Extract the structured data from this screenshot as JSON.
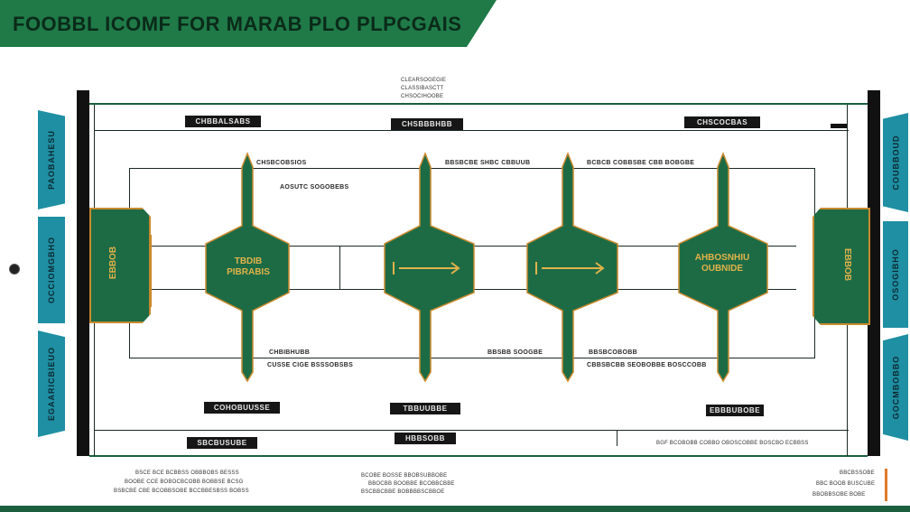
{
  "banner": {
    "title": "FOOBBL ICOMF FOR MARAB PLO PLPCGAIS"
  },
  "header_notes": [
    "CLEARSOGEGIE",
    "CLASSIBASCTT",
    "CHSOCIHOOBE"
  ],
  "top_labels": {
    "left": "CHBBALSABS",
    "center": "CHSBBBHBB",
    "right": "CHSCOCBAS"
  },
  "side_tabs": {
    "left_top": "PAOBAHESU",
    "left_mid": "OCCIOMGBHO",
    "left_bot": "EGAARICBIEUO",
    "right_top": "COUBBOUD",
    "right_mid": "OSOGIBHO",
    "right_bot": "GOCMBOBBO"
  },
  "inner_labels": {
    "a": "CHSBCOBSIOS",
    "b": "AOSUTC SOGOBEBS",
    "c": "BBSBCBE SHBC CBBUUB",
    "d": "BCBCB COBBSBE CBB BOBGBE"
  },
  "blocks": {
    "b1": {
      "line1": "TBDIB",
      "line2": "PIBRABIS"
    },
    "b4": {
      "line1": "AHBOSNHIU",
      "line2": "OUBNIDE"
    },
    "left_goal": "EBBOB",
    "right_goal": "EBBOB"
  },
  "lower_labels": {
    "a": "CHBIBHUBB",
    "b": "CUSSE CIGE BSSSOBSBS",
    "c": "BBSBB SOOGBE",
    "d": "BBSBCOBOBB",
    "e": "CBBSBCBB SEOBOBBE BOSCCOBB"
  },
  "bottom_labels": {
    "left": "COHOBUUSSE",
    "center": "TBBUUBBE",
    "right": "EBBBUBOBE"
  },
  "base_labels": {
    "left": "SBCBUSUBE",
    "center": "HBBSOBB",
    "right": "BGF BCOBOBB COBBO OBOSCOBBE BOSCBO ECBBSS"
  },
  "footer": {
    "left": [
      "BSCE BCE BCBBSS OBBBOBS BESSS",
      "BOOBE CCE BOBOCBCOBB BOBBSE BCSG",
      "BSBCBE CBE BCOBBSOBE BCCBBESBSS BOBSS"
    ],
    "center": [
      "BCOBE BOSSE BBOBSUBBOBE",
      "BBOCBB BOOBBE BCOBBCBBE",
      "BSCBBCBBE BOBBBBSCBBOE"
    ],
    "right": [
      "BBCBSSOBE",
      "BBC BOOB BUSCUBE",
      "BBOBBSOBE BOBE"
    ]
  }
}
